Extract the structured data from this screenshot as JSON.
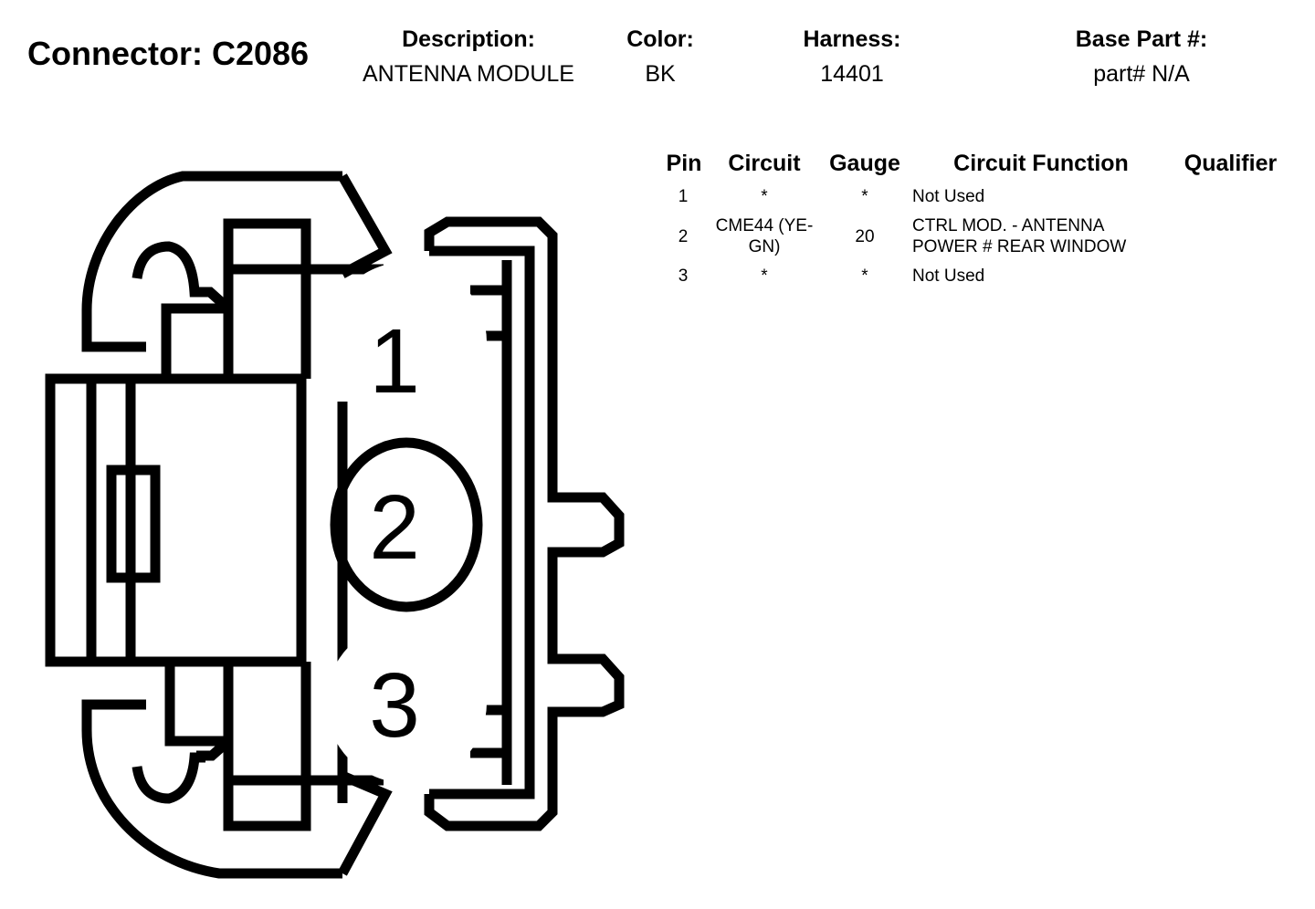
{
  "connector": {
    "label": "Connector: C2086"
  },
  "header": {
    "description": {
      "label": "Description:",
      "value": "ANTENNA MODULE"
    },
    "color": {
      "label": "Color:",
      "value": "BK"
    },
    "harness": {
      "label": "Harness:",
      "value": "14401"
    },
    "base_part": {
      "label": "Base Part #:",
      "value": "part# N/A"
    }
  },
  "diagram": {
    "pin_labels": [
      "1",
      "2",
      "3"
    ]
  },
  "table": {
    "columns": [
      "Pin",
      "Circuit",
      "Gauge",
      "Circuit Function",
      "Qualifier"
    ],
    "rows": [
      {
        "pin": "1",
        "circuit": "*",
        "gauge": "*",
        "function": "Not Used",
        "qualifier": ""
      },
      {
        "pin": "2",
        "circuit": "CME44 (YE-GN)",
        "gauge": "20",
        "function": "CTRL MOD. - ANTENNA POWER # REAR WINDOW",
        "qualifier": ""
      },
      {
        "pin": "3",
        "circuit": "*",
        "gauge": "*",
        "function": "Not Used",
        "qualifier": ""
      }
    ]
  }
}
